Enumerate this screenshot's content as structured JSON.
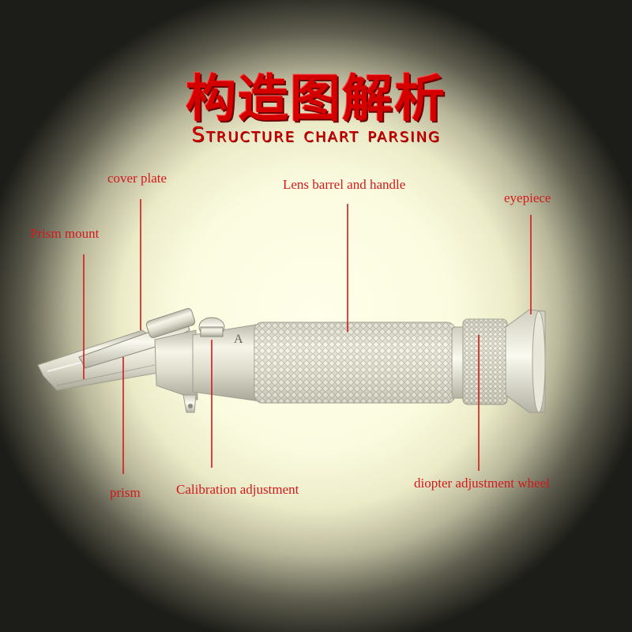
{
  "title": {
    "chinese": "构造图解析",
    "english": "Structure chart parsing"
  },
  "labels": {
    "cover_plate": "cover plate",
    "prism_mount": "Prism mount",
    "lens_barrel": "Lens barrel and handle",
    "eyepiece": "eyepiece",
    "prism": "prism",
    "calibration": "Calibration adjustment",
    "diopter": "diopter adjustment wheel"
  },
  "device_marking": "A",
  "colors": {
    "title_red": "#d40000",
    "label_red": "#d21a1a",
    "leader_line": "#d21a1a",
    "metal_light": "#f4f3e6",
    "metal_dark": "#bdbcae"
  }
}
